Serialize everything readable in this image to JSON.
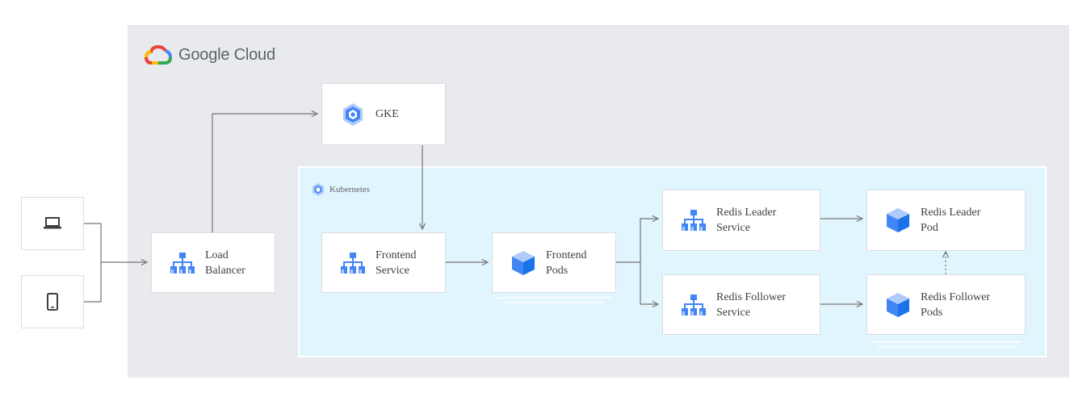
{
  "brand": {
    "name": "Google Cloud"
  },
  "cluster": {
    "label": "Kubernetes"
  },
  "nodes": {
    "gke": {
      "line1": "GKE",
      "icon": "gke-icon"
    },
    "load_balancer": {
      "line1": "Load",
      "line2": "Balancer",
      "icon": "network-service-icon"
    },
    "frontend_service": {
      "line1": "Frontend",
      "line2": "Service",
      "icon": "network-service-icon"
    },
    "frontend_pods": {
      "line1": "Frontend",
      "line2": "Pods",
      "icon": "pod-cube-icon"
    },
    "redis_leader_service": {
      "line1": "Redis Leader",
      "line2": "Service",
      "icon": "network-service-icon"
    },
    "redis_follower_service": {
      "line1": "Redis Follower",
      "line2": "Service",
      "icon": "network-service-icon"
    },
    "redis_leader_pod": {
      "line1": "Redis Leader",
      "line2": "Pod",
      "icon": "pod-cube-icon"
    },
    "redis_follower_pods": {
      "line1": "Redis Follower",
      "line2": "Pods",
      "icon": "pod-cube-icon"
    }
  },
  "devices": [
    {
      "icon": "laptop-icon"
    },
    {
      "icon": "mobile-phone-icon"
    }
  ],
  "colors": {
    "gcp_background": "#e8eaed",
    "kubernetes_background": "#e1f5fe",
    "icon_blue": "#4285f4",
    "icon_light_blue": "#aecbfa",
    "line": "#757575"
  }
}
